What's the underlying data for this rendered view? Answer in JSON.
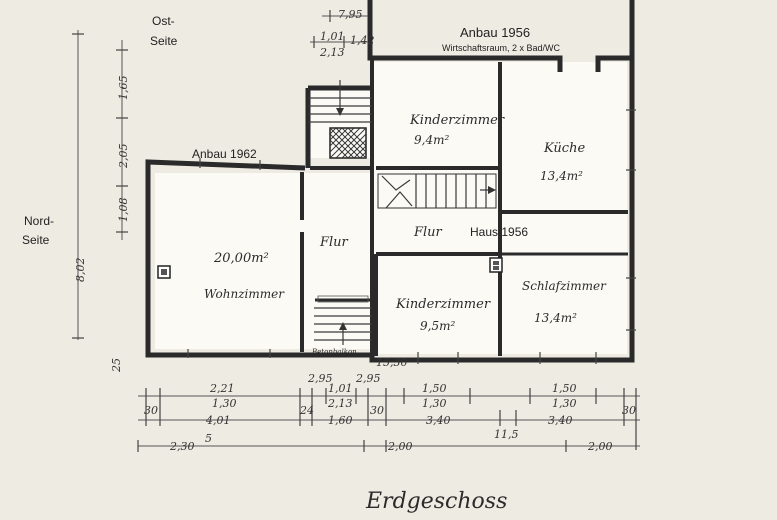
{
  "labels": {
    "ost_seite": [
      "Ost-",
      "Seite"
    ],
    "nord_seite": [
      "Nord-",
      "Seite"
    ],
    "anbau_1956": "Anbau 1956",
    "anbau_1956_note": "Wirtschaftsraum, 2 x Bad/WC",
    "anbau_1962": "Anbau 1962",
    "haus_1956": "Haus 1956",
    "title": "Erdgeschoss",
    "balcony": "Betonbalkon"
  },
  "rooms": {
    "kinderzimmer_top": {
      "name": "Kinderzimmer",
      "area": "9,4m²"
    },
    "kueche": {
      "name": "Küche",
      "area": "13,4m²"
    },
    "wohnzimmer": {
      "name": "Wohnzimmer",
      "area": "20,00m²"
    },
    "flur_left": {
      "name": "Flur"
    },
    "flur_mid": {
      "name": "Flur"
    },
    "kinderzimmer_bottom": {
      "name": "Kinderzimmer",
      "area": "9,5m²"
    },
    "schlafzimmer": {
      "name": "Schlafzimmer",
      "area": "13,4m²"
    }
  },
  "dimensions": {
    "top": [
      "7,95",
      "1,01",
      "2,13",
      "1,42"
    ],
    "left_vertical": [
      "1,65",
      "2,05",
      "1,08",
      "8,02"
    ],
    "left_small": "25",
    "balcony_side": "15,30",
    "row1": [
      "2,21",
      "2,95",
      "1,01",
      "2,95",
      "1,50",
      "1,50"
    ],
    "row2": [
      "1,30",
      "2,13",
      "1,30",
      "1,30"
    ],
    "row3": [
      "30",
      "4,01",
      "24",
      "1,60",
      "30",
      "3,40",
      "11,5",
      "3,40",
      "30"
    ],
    "row4": [
      "2,30",
      "5",
      "2,00",
      "2,00"
    ]
  }
}
